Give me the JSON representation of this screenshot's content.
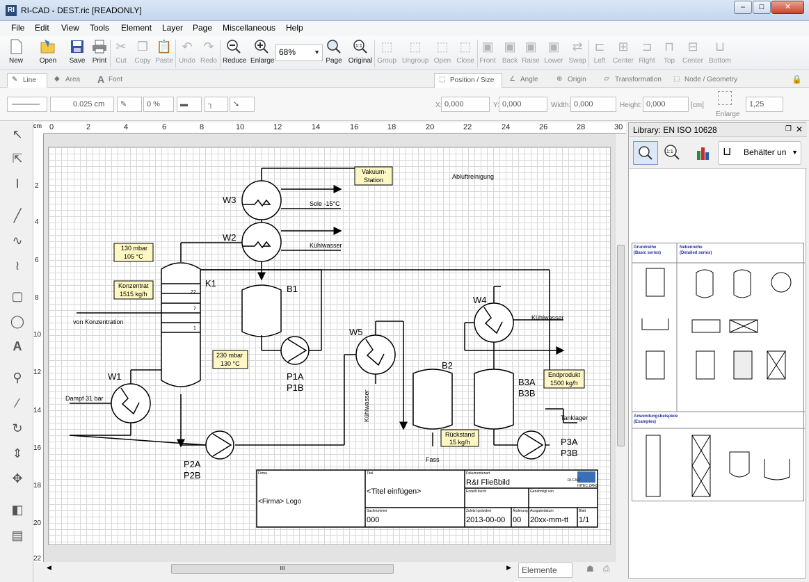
{
  "window": {
    "title": "RI-CAD - DEST.ric   [READONLY]",
    "icon": "RI",
    "btn_min": "–",
    "btn_max": "□",
    "btn_close": "✕"
  },
  "menu": [
    "File",
    "Edit",
    "View",
    "Tools",
    "Element",
    "Layer",
    "Page",
    "Miscellaneous",
    "Help"
  ],
  "toolbar": {
    "new": "New",
    "open": "Open",
    "save": "Save",
    "print": "Print",
    "cut": "Cut",
    "copy": "Copy",
    "paste": "Paste",
    "undo": "Undo",
    "redo": "Redo",
    "reduce": "Reduce",
    "enlarge": "Enlarge",
    "zoom": "68%",
    "page": "Page",
    "original": "Original",
    "group": "Group",
    "ungroup": "Ungroup",
    "open2": "Open",
    "close": "Close",
    "front": "Front",
    "back": "Back",
    "raise": "Raise",
    "lower": "Lower",
    "swap": "Swap",
    "left": "Left",
    "center": "Center",
    "right": "Right",
    "top": "Top",
    "center2": "Center",
    "bottom": "Bottom"
  },
  "tabs_left": [
    "Line",
    "Area",
    "Font"
  ],
  "tabs_right": [
    "Position / Size",
    "Angle",
    "Origin",
    "Transformation",
    "Node / Geometry"
  ],
  "props": {
    "linewidth": "0.025 cm",
    "percent": "0 %",
    "x_label": "X:",
    "x": "0,000",
    "y_label": "Y:",
    "y": "0,000",
    "width_label": "Width:",
    "width": "0,000",
    "height_label": "Height:",
    "height": "0,000",
    "unit": "[cm]",
    "enlarge_label": "Enlarge",
    "scale": "1,25"
  },
  "ruler": {
    "unit": "cm",
    "top": [
      "0",
      "2",
      "4",
      "6",
      "8",
      "10",
      "12",
      "14",
      "16",
      "18",
      "20",
      "22",
      "24",
      "26",
      "28",
      "30"
    ],
    "left": [
      "2",
      "4",
      "6",
      "8",
      "10",
      "12",
      "14",
      "16",
      "18",
      "20",
      "22"
    ]
  },
  "diagram": {
    "W3": "W3",
    "W2": "W2",
    "W1": "W1",
    "W4": "W4",
    "W5": "W5",
    "K1": "K1",
    "B1": "B1",
    "B2": "B2",
    "P1": "P1A",
    "P1b": "P1B",
    "P2": "P2A",
    "P2b": "P2B",
    "P3": "P3A",
    "P3b": "P3B",
    "B3": "B3A",
    "B3b": "B3B",
    "vakuum1": "Vakuum-",
    "vakuum2": "Station",
    "abluft": "Abluftreinigung",
    "sole": "Sole -15°C",
    "kuehl": "Kühlwasser",
    "kuehl4": "Kühlwasser",
    "kuehlv": "Kühlwasser",
    "mbar130a": "130 mbar",
    "mbar130b": "105 °C",
    "konz1": "Konzentrat",
    "konz2": "1515 kg/h",
    "vonkonz": "von Konzentration",
    "mbar230a": "230 mbar",
    "mbar230b": "130 °C",
    "dampf": "Dampf 31 bar",
    "tray22": "22",
    "tray7": "7",
    "tray1": "1",
    "end1": "Endprodukt",
    "end2": "1500 kg/h",
    "tank": "Tanklager",
    "rueck1": "Rückstand",
    "rueck2": "15 kg/h",
    "fass": "Fass",
    "tb_firma": "Firma",
    "tb_logo": "<Firma> Logo",
    "tb_titel": "Titel",
    "tb_titelval": "<Titel einfügen>",
    "tb_dokart": "Dokumentenart",
    "tb_dokval": "R&I Fließbild",
    "tb_erstellt": "Erstellt durch",
    "tb_genehm": "Genehmigt von",
    "tb_sach": "Sachnummer",
    "tb_sachval": "000",
    "tb_zuletzt": "Zuletzt geändert",
    "tb_datum": "2013-00-00",
    "tb_aend": "Änderung",
    "tb_aendval": "00",
    "tb_ausg": "Ausgabedatum",
    "tb_ausgval": "20xx-mm-tt",
    "tb_blatt": "Blatt",
    "tb_blattval": "1/1",
    "tb_ricad": "RI-CAD",
    "tb_hitec": "HITEC ZANG"
  },
  "library": {
    "title": "Library: EN ISO 10628",
    "dropdown": "Behälter un",
    "grund1": "Grundreihe",
    "grund2": "(Basic series)",
    "neben1": "Nebenreihe",
    "neben2": "(Detailed series)",
    "anw1": "Anwendungsbeispiele",
    "anw2": "(Examples)"
  },
  "status": {
    "elemente": "Elemente",
    "scroll_grip": "III"
  }
}
